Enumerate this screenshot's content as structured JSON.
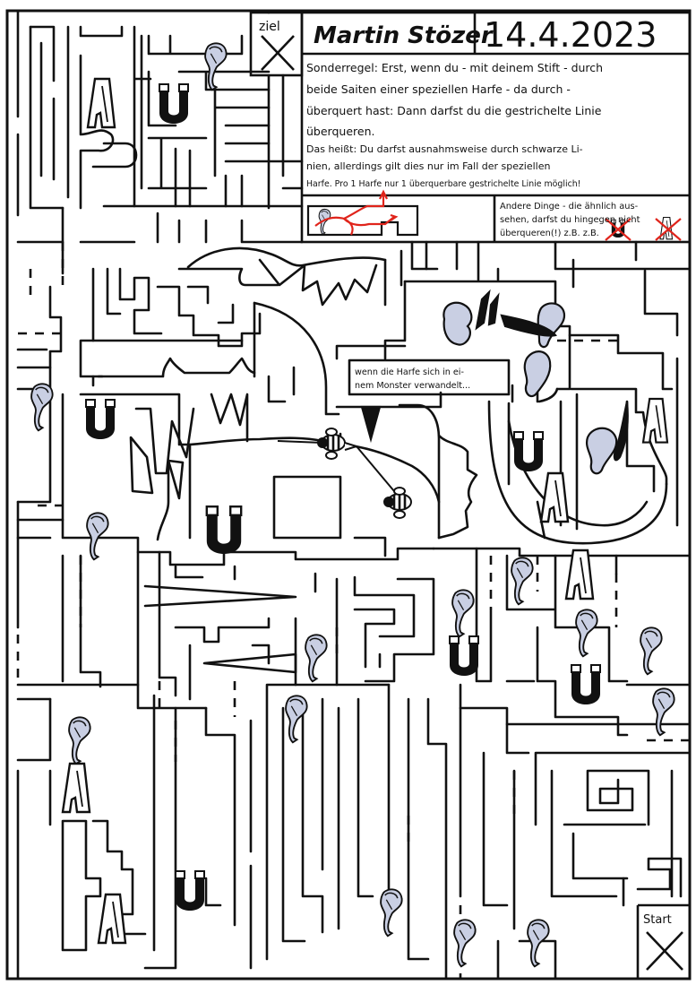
{
  "header": {
    "author": "Martin Stözer",
    "date": "14.4.2023",
    "goal_label": "ziel",
    "start_label": "Start"
  },
  "rules": {
    "special_rule_lines": [
      "Sonderregel: Erst, wenn du - mit deinem Stift - durch",
      "beide Saiten einer speziellen Harfe - da durch -",
      "überquert hast: Dann darfst du die gestrichelte Linie",
      "überqueren."
    ],
    "exception_lines": [
      "Das heißt: Du darfst ausnahmsweise durch schwarze Li-",
      "nien, allerdings gilt dies nur im Fall der speziellen",
      "Harfe. Pro 1 Harfe nur 1 überquerbare gestrichelte Linie möglich!"
    ],
    "other_things_lines": [
      "Andere Dinge - die ähnlich aus-",
      "sehen, darfst du hingegen nicht",
      "überqueren(!) z.B.        z.B."
    ]
  },
  "maze": {
    "monster_note_lines": [
      "wenn die Harfe sich in ei-",
      "nem Monster verwandelt..."
    ],
    "colors": {
      "ink": "#111111",
      "harp_fill": "#c9cfe3",
      "example_path": "#e0241b"
    }
  }
}
